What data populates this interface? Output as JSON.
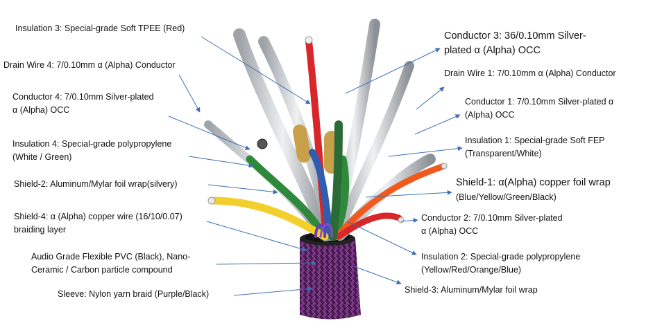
{
  "labels": {
    "insulation3": [
      "Insulation 3: Special-grade Soft TPEE (Red)"
    ],
    "drain4": [
      "Drain Wire 4: 7/0.10mm α (Alpha) Conductor"
    ],
    "conductor4": [
      "Conductor 4: 7/0.10mm Silver-plated",
      "α (Alpha) OCC"
    ],
    "insulation4": [
      "Insulation 4: Special-grade polypropylene",
      "(White / Green)"
    ],
    "shield2": [
      "Shield-2: Aluminum/Mylar foil wrap(silvery)"
    ],
    "shield4": [
      "Shield-4: α (Alpha) copper wire (16/10/0.07)",
      "braiding layer"
    ],
    "pvc": [
      "Audio Grade Flexible PVC (Black), Nano-",
      "Ceramic / Carbon particle compound"
    ],
    "sleeve": [
      "Sleeve: Nylon yarn braid (Purple/Black)"
    ],
    "conductor3": [
      "Conductor 3: 36/0.10mm Silver-",
      "plated α (Alpha) OCC"
    ],
    "drain1": [
      "Drain Wire 1: 7/0.10mm α (Alpha) Conductor"
    ],
    "conductor1": [
      "Conductor 1: 7/0.10mm Silver-plated α",
      "(Alpha) OCC"
    ],
    "insulation1": [
      "Insulation 1: Special-grade Soft FEP",
      "(Transparent/White)"
    ],
    "shield1": [
      "Shield-1: α(Alpha) copper foil wrap",
      "(Blue/Yellow/Green/Black)"
    ],
    "conductor2": [
      "Conductor 2: 7/0.10mm Silver-plated",
      "α (Alpha) OCC"
    ],
    "insulation2": [
      "Insulation 2: Special-grade polypropylene",
      "(Yellow/Red/Orange/Blue)"
    ],
    "shield3": [
      "Shield-3: Aluminum/Mylar foil wrap"
    ]
  },
  "colors": {
    "arrow": "#3d6fb4",
    "sleeve": "#6b2a78",
    "red": "#d8262a",
    "yellow": "#f2cf2a",
    "green": "#2e8a3a",
    "orange": "#f05a1e",
    "blue": "#2f5db0",
    "silver": "#c9ccd0",
    "gold": "#c9a04a"
  }
}
